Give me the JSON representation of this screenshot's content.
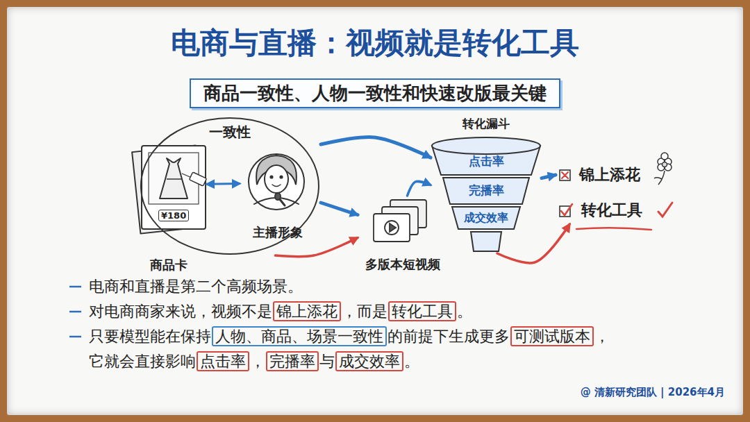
{
  "diagram": {
    "title": "电商与直播：视频就是转化工具",
    "nodes": [
      {
        "text": [
          "商品一致性、人物一致性和快速改版最关键"
        ]
      },
      {
        "text": [
          "一致性"
        ]
      },
      {
        "text": [
          "商品卡"
        ],
        "in": 1
      },
      {
        "text": [
          "主播形象"
        ],
        "in": 1
      },
      {
        "text": [
          "多版本短视频"
        ]
      },
      {
        "text": [
          "转化漏斗"
        ]
      },
      {
        "text": [
          "点击率"
        ],
        "in": 5
      },
      {
        "text": [
          "完播率"
        ],
        "in": 5
      },
      {
        "text": [
          "成交效率"
        ],
        "in": 5
      },
      {
        "text": [
          "锦上添花"
        ]
      },
      {
        "text": [
          "转化工具"
        ]
      }
    ],
    "edges": [
      {
        "from": 2,
        "to": 3,
        "arrow": "both"
      },
      {
        "from": 1,
        "to": 5,
        "arrow": "to"
      },
      {
        "from": 1,
        "to": 4,
        "arrow": "to"
      },
      {
        "from": 1,
        "to": 4,
        "arrow": "to"
      },
      {
        "from": 4,
        "to": 5,
        "arrow": "to"
      },
      {
        "from": 5,
        "to": 9,
        "arrow": "to"
      },
      {
        "from": 5,
        "to": 10,
        "arrow": "to"
      }
    ],
    "labels": [
      "¥180",
      "电商和直播是第二个高频场景。",
      "对电商商家来说，视频不是",
      "锦上添花",
      "，而是",
      "转化工具",
      "。",
      "只要模型能在保持",
      "人物、商品、场景一致性",
      "的前提下生成更多",
      "可测试版本",
      "，",
      "它就会直接影响",
      "点击率",
      "，",
      "完播率",
      "与",
      "成交效率",
      "。",
      "@ 清新研究团队 | 2026年4月"
    ]
  }
}
